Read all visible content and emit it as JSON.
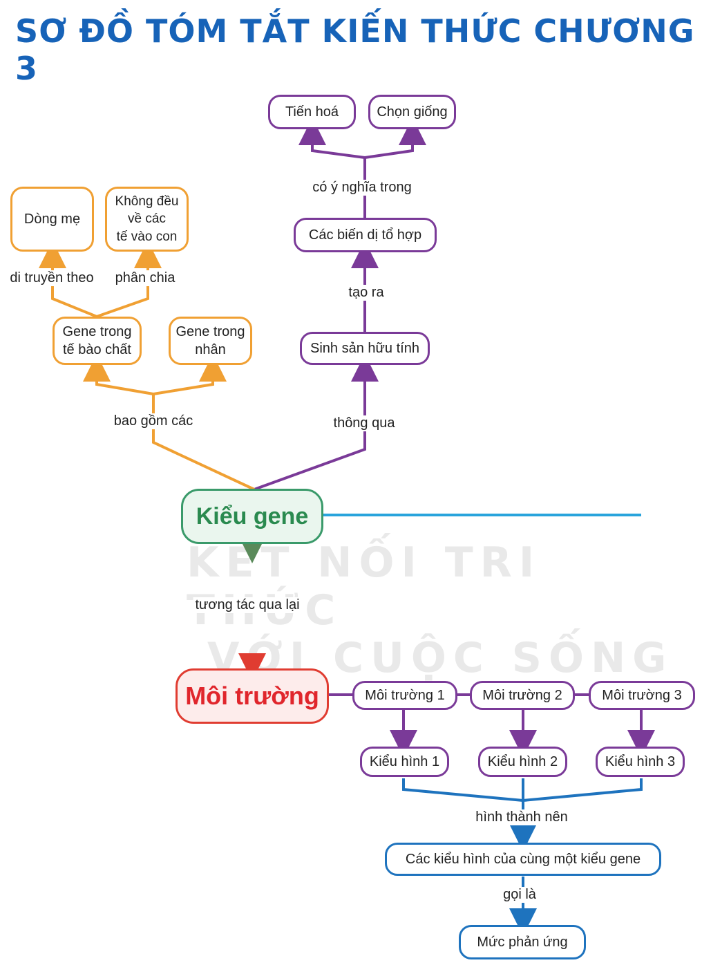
{
  "title": "SƠ ĐỒ TÓM TẮT KIẾN THỨC CHƯƠNG 3",
  "watermark": [
    "KẾT NỐI TRI THỨC",
    "VỚI CUỘC SỐNG"
  ],
  "nodes": {
    "tien_hoa": "Tiến hoá",
    "chon_giong": "Chọn giống",
    "bien_di": "Các biến dị tổ hợp",
    "sinh_san": "Sinh sản hữu tính",
    "dong_me": "Dòng mẹ",
    "khong_deu": "Không đều\nvề các\ntế vào con",
    "gene_tbc": "Gene trong\ntế bào chất",
    "gene_nhan": "Gene trong\nnhân",
    "kieu_gene": "Kiểu gene",
    "moi_truong": "Môi trường",
    "mt1": "Môi trường 1",
    "mt2": "Môi trường 2",
    "mt3": "Môi trường 3",
    "kh1": "Kiểu hình 1",
    "kh2": "Kiểu hình 2",
    "kh3": "Kiểu hình 3",
    "cac_kieu_hinh": "Các kiểu hình của cùng một kiểu gene",
    "muc_phan_ung": "Mức phản ứng"
  },
  "labels": {
    "co_y_nghia": "có ý nghĩa trong",
    "tao_ra": "tạo ra",
    "thong_qua": "thông qua",
    "di_truyen": "di truyền theo",
    "phan_chia": "phân chia",
    "bao_gom": "bao gồm các",
    "tuong_tac": "tương tác qua lại",
    "hinh_thanh": "hình thành nên",
    "goi_la": "gọi là"
  },
  "colors": {
    "orange": "#f0a033",
    "purple": "#7a3a98",
    "blue": "#1e73be",
    "cyan": "#29a4dc",
    "green": "#3a9a6a",
    "red": "#e03c31",
    "title": "#1763b8"
  }
}
